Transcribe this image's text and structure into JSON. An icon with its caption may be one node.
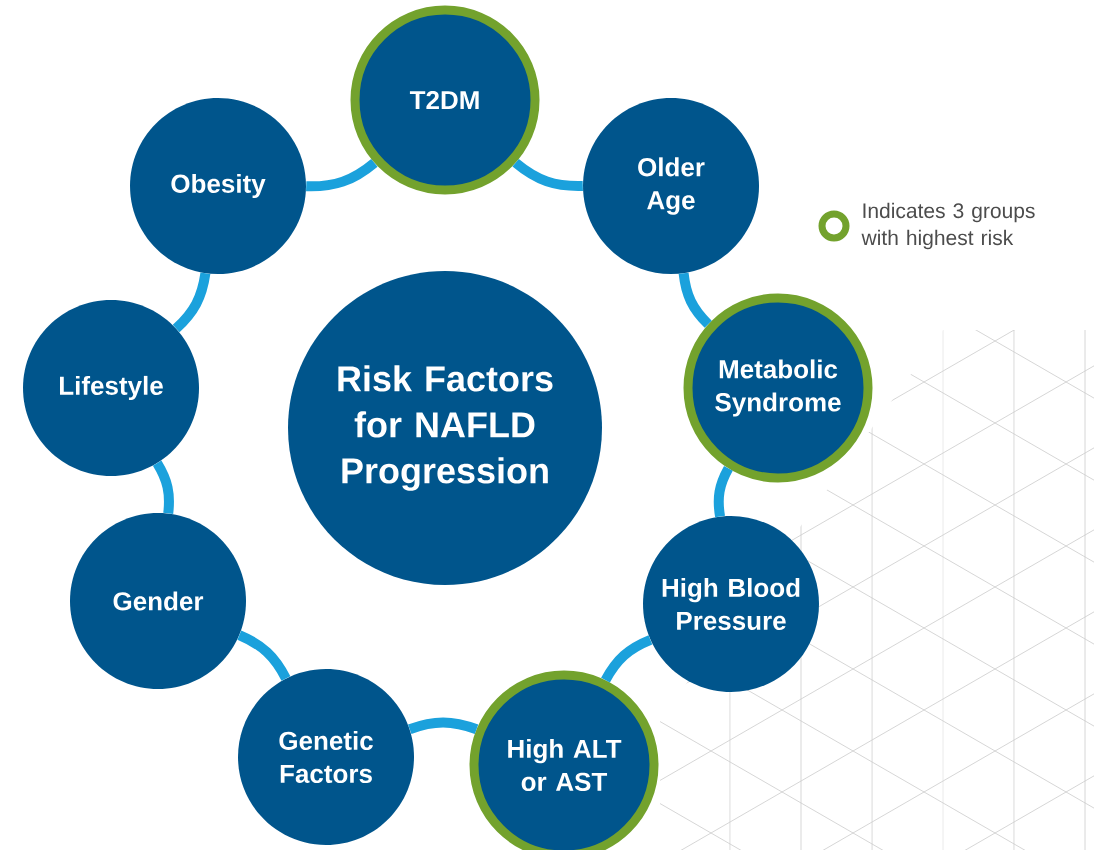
{
  "diagram": {
    "nodes": [
      {
        "text": [
          "Risk Factors for NAFLD Progression"
        ]
      },
      {
        "text": [
          "T2DM"
        ]
      },
      {
        "text": [
          "Older Age"
        ]
      },
      {
        "text": [
          "Metabolic Syndrome"
        ]
      },
      {
        "text": [
          "High Blood Pressure"
        ]
      },
      {
        "text": [
          "High ALT or AST"
        ]
      },
      {
        "text": [
          "Genetic Factors"
        ]
      },
      {
        "text": [
          "Gender"
        ]
      },
      {
        "text": [
          "Lifestyle"
        ]
      },
      {
        "text": [
          "Obesity"
        ]
      }
    ],
    "edges": [
      {
        "from": 1,
        "to": 2,
        "arrow": "none"
      },
      {
        "from": 2,
        "to": 3,
        "arrow": "none"
      },
      {
        "from": 3,
        "to": 4,
        "arrow": "none"
      },
      {
        "from": 4,
        "to": 5,
        "arrow": "none"
      },
      {
        "from": 5,
        "to": 6,
        "arrow": "none"
      },
      {
        "from": 6,
        "to": 7,
        "arrow": "none"
      },
      {
        "from": 7,
        "to": 8,
        "arrow": "none"
      },
      {
        "from": 8,
        "to": 9,
        "arrow": "none"
      },
      {
        "from": 9,
        "to": 1,
        "arrow": "none"
      }
    ],
    "legend": [
      {
        "text": "Indicates 3 groups with highest risk"
      }
    ]
  }
}
